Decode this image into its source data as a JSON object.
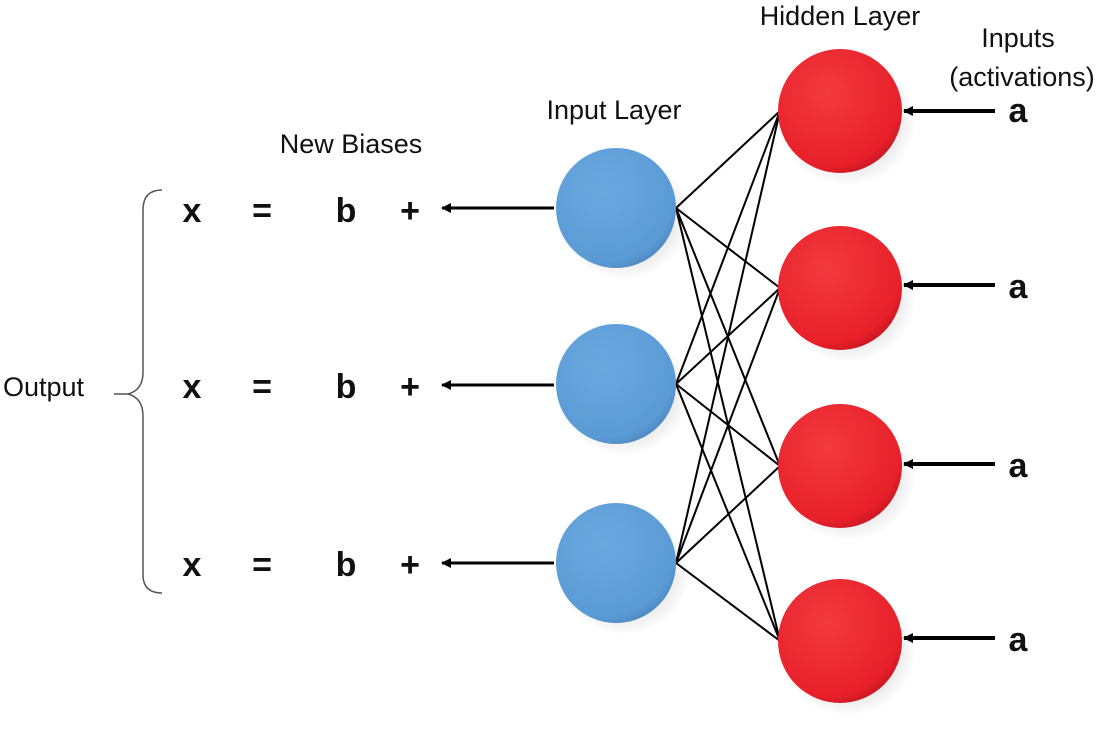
{
  "labels": {
    "hidden_layer": "Hidden Layer",
    "input_layer": "Input Layer",
    "new_biases": "New Biases",
    "inputs_line1": "Inputs",
    "inputs_line2": "(activations)",
    "output": "Output"
  },
  "equations": [
    {
      "x": "x",
      "eq": "=",
      "b": "b",
      "plus": "+"
    },
    {
      "x": "x",
      "eq": "=",
      "b": "b",
      "plus": "+"
    },
    {
      "x": "x",
      "eq": "=",
      "b": "b",
      "plus": "+"
    }
  ],
  "activations": [
    "a",
    "a",
    "a",
    "a"
  ],
  "colors": {
    "input_node": "#5b9bd5",
    "hidden_node": "#e8202a",
    "line": "#000000"
  }
}
